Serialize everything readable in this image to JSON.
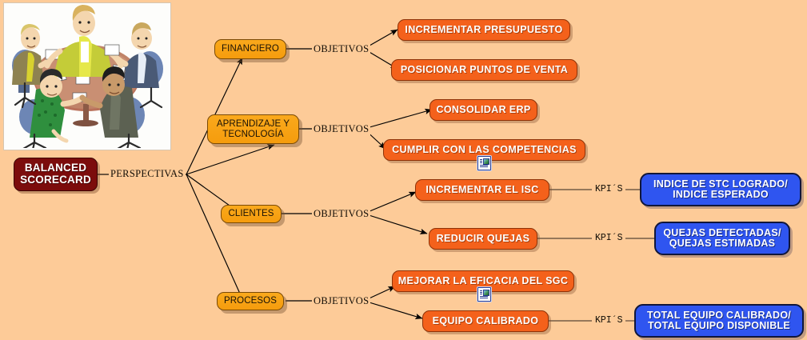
{
  "diagram": {
    "title": "Balanced Scorecard mind map",
    "background_color": "#FDCB98",
    "root": {
      "label": "BALANCED\nSCORECARD",
      "color": "#7C0C0C",
      "text_color": "#FFFFFF"
    },
    "root_edge_label": "PERSPECTIVAS",
    "objectives_edge_label": "OBJETIVOS",
    "kpi_edge_label": "KPI´S",
    "colors": {
      "perspective_box": "#F59C0D",
      "objective_box": "#F4611B",
      "kpi_box": "#2F55F0",
      "root_box": "#7C0C0C",
      "background": "#FDCB98",
      "line": "#000000"
    },
    "illustration": {
      "name": "business-meeting-round-table-cartoon",
      "alt": "Cartoon illustration of six business people seated in office chairs around a round table holding cards"
    },
    "branches": [
      {
        "perspective": "FINANCIERO",
        "edge_label": "OBJETIVOS",
        "objectives": [
          {
            "label": "INCREMENTAR PRESUPUESTO",
            "has_note_icon": false,
            "kpi": null
          },
          {
            "label": "POSICIONAR PUNTOS DE VENTA",
            "has_note_icon": false,
            "kpi": null
          }
        ]
      },
      {
        "perspective": "APRENDIZAJE Y\nTECNOLOGÍA",
        "edge_label": "OBJETIVOS",
        "objectives": [
          {
            "label": "CONSOLIDAR ERP",
            "has_note_icon": false,
            "kpi": null
          },
          {
            "label": "CUMPLIR CON LAS COMPETENCIAS",
            "has_note_icon": true,
            "kpi": null
          }
        ]
      },
      {
        "perspective": "CLIENTES",
        "edge_label": "OBJETIVOS",
        "objectives": [
          {
            "label": "INCREMENTAR EL ISC",
            "has_note_icon": false,
            "kpi": "INDICE DE STC LOGRADO/\nINDICE ESPERADO"
          },
          {
            "label": "REDUCIR QUEJAS",
            "has_note_icon": false,
            "kpi": "QUEJAS DETECTADAS/\nQUEJAS ESTIMADAS"
          }
        ]
      },
      {
        "perspective": "PROCESOS",
        "edge_label": "OBJETIVOS",
        "objectives": [
          {
            "label": "MEJORAR LA EFICACIA DEL SGC",
            "has_note_icon": true,
            "kpi": null
          },
          {
            "label": "EQUIPO CALIBRADO",
            "has_note_icon": false,
            "kpi": "TOTAL EQUIPO CALIBRADO/\nTOTAL EQUIPO DISPONIBLE"
          }
        ]
      }
    ]
  }
}
